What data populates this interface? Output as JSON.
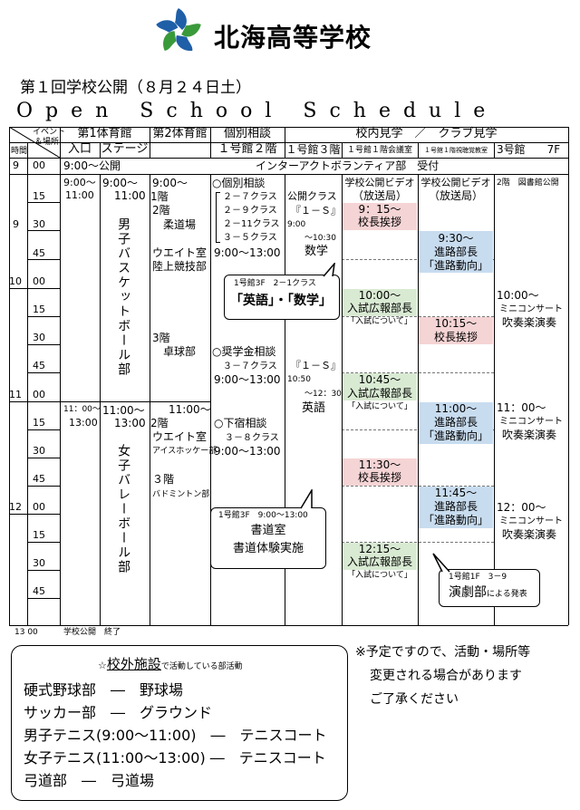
{
  "header": {
    "school_name": "北海高等学校",
    "event_title": "第１回学校公開（８月２４日土）",
    "schedule_title": "Open School Schedule"
  },
  "table_header": {
    "corner_top": "イベント",
    "corner_mid": "＆場所",
    "corner_bottom": "時間",
    "gym1": "第1体育館",
    "gym1_entrance": "入口",
    "gym1_stage": "ステージ",
    "gym2": "第2体育館",
    "gym2_sub": "",
    "consult": "個別相談",
    "consult_sub": "１号館２階",
    "tour": "校内見学　／　クラブ見学",
    "tour_b1_3f": "１号館３階",
    "tour_b1_meeting": "１号館１階会議室",
    "tour_b1_av": "１号館１階視聴覚教室",
    "tour_b3": "3号館　　7F"
  },
  "time_labels": {
    "h9": "9",
    "h10": "10",
    "h11": "11",
    "h12": "12",
    "m00": "00",
    "m15": "15",
    "m30": "30",
    "m45": "45"
  },
  "rows": {
    "open_time": "9:00～公開",
    "interact": "インターアクトボランティア部　受付",
    "closing_time": "13 00",
    "closing_text": "学校公開　終了"
  },
  "gym1": {
    "am_start": "9:00～",
    "am_end": "11:00",
    "am_stage_start": "9:00～",
    "am_stage_end": "11:00",
    "boys": "男子バスケットボール部",
    "pm_start": "11：00～",
    "pm_end": "13:00",
    "pm_stage_start": "11:00～",
    "pm_stage_end": "13:00",
    "girls": "女子バレーボール部"
  },
  "gym2": {
    "am_start": "9:00～",
    "f1": "1階",
    "f2": "2階",
    "judo": "柔道場",
    "weight": "ウエイト室",
    "track": "陸上競技部",
    "f3": "3階",
    "pingpong": "卓球部",
    "pm_start": "11:00～",
    "pm_f2": "2階",
    "pm_weight": "ウエイト室",
    "hockey": "アイスホッケー部",
    "pm_f3": "３階",
    "badminton": "バドミントン部"
  },
  "consult": {
    "individual": "○個別相談",
    "class1": "２－７クラス",
    "class2": "２－９クラス",
    "class3": "２－11クラス",
    "class4": "３－５クラス",
    "time1": "9:00～13:00",
    "scholarship": "○奨学金相談",
    "scholarship_class": "３－７クラス",
    "time2": "9:00～13:00",
    "dorm": "○下宿相談",
    "dorm_class": "３－８クラス",
    "time3": "9:00～13:00"
  },
  "tour3f": {
    "open_class": "公開クラス",
    "class1": "『１－Ｓ』",
    "t1a": "9:00",
    "t1b": "～10:30",
    "subj1": "数学",
    "class2": "『１－Ｓ』",
    "t2a": "10:50",
    "t2b": "～12：30",
    "subj2": "英語"
  },
  "meeting": {
    "video_title": "学校公開ビデオ",
    "video_sub": "（放送局）",
    "e1_time": "9：15～",
    "e1": "校長挨拶",
    "e2_time": "10:00～",
    "e2": "入試広報部長",
    "e2_sub": "「入試について」",
    "e3_time": "10:45～",
    "e3": "入試広報部長",
    "e3_sub": "「入試について」",
    "e4_time": "11:30～",
    "e4": "校長挨拶",
    "e5_time": "12:15～",
    "e5": "入試広報部長",
    "e5_sub": "「入試について」"
  },
  "av": {
    "video_title": "学校公開ビデオ",
    "video_sub": "（放送局）",
    "e1_time": "9:30～",
    "e1": "進路部長",
    "e1_sub": "「進路動向」",
    "e2_time": "10:15～",
    "e2": "校長挨拶",
    "e3_time": "11:00～",
    "e3": "進路部長",
    "e3_sub": "「進路動向」",
    "e4_time": "11:45～",
    "e4": "進路部長",
    "e4_sub": "「進路動向」"
  },
  "b3": {
    "head": "2階　図書館公開",
    "c1_time": "10:00～",
    "c1": "ミニコンサート",
    "c1_sub": "吹奏楽演奏",
    "c2_time": "11：00～",
    "c2": "ミニコンサート",
    "c2_sub": "吹奏楽演奏",
    "c3_time": "12：00～",
    "c3": "ミニコンサート",
    "c3_sub": "吹奏楽演奏"
  },
  "callouts": {
    "english_loc": "1号館3F　2－1クラス",
    "english_math": "「英語」・「数学」",
    "shodo_loc": "1号館3F　9:00～13:00",
    "shodo_room": "書道室",
    "shodo_exp": "書道体験実施",
    "drama_loc": "1号館1F　3－9",
    "drama": "演劇部",
    "drama_suffix": "による発表"
  },
  "offsite": {
    "title_prefix": "☆",
    "title": "校外施設",
    "title_suffix": "で活動している部活動",
    "items": [
      "硬式野球部　―　野球場",
      "サッカー部　―　グラウンド",
      "男子テニス(9:00～11:00)　―　テニスコート",
      "女子テニス(11:00～13:00)  ―　テニスコート",
      "弓道部　―　弓道場"
    ]
  },
  "notice": {
    "line1": "※予定ですので、活動・場所等",
    "line2": "変更される場合があります",
    "line3": "ご了承ください"
  },
  "colors": {
    "pink": "#f5d4d5",
    "blue": "#c8dcef",
    "green": "#d9ead3",
    "logo_blue": "#1e5fa8",
    "logo_green": "#3a9a3a"
  }
}
